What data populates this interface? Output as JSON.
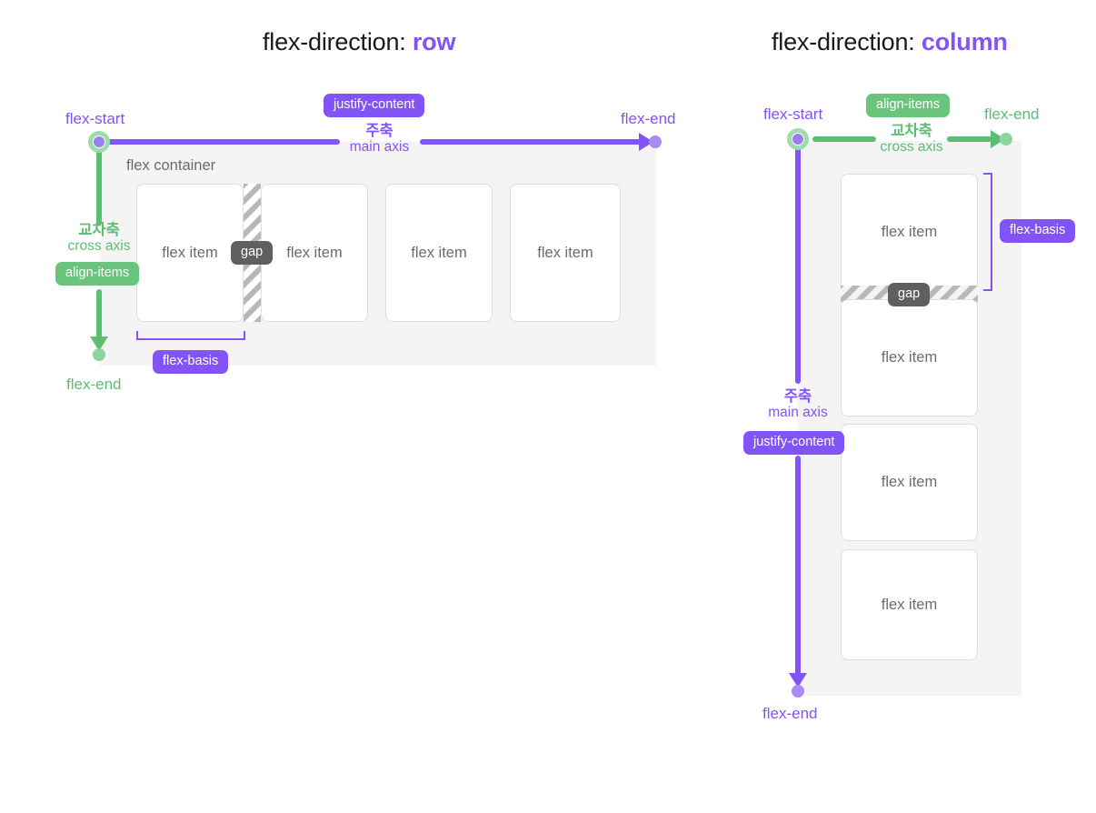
{
  "titles": {
    "row": {
      "prefix": "flex-direction: ",
      "value": "row"
    },
    "column": {
      "prefix": "flex-direction: ",
      "value": "column"
    }
  },
  "colors": {
    "purple": "#8254f8",
    "green": "#5cbd74",
    "gap_badge": "#5f5f5f",
    "container_bg": "#f4f4f4",
    "item_border": "#dedede",
    "text_gray": "#6b6b6b"
  },
  "row_diagram": {
    "container_label": "flex container",
    "items": [
      {
        "label": "flex item"
      },
      {
        "label": "flex item"
      },
      {
        "label": "flex item"
      },
      {
        "label": "flex item"
      }
    ],
    "gap_badge": "gap",
    "main_axis": {
      "ko": "주축",
      "en": "main axis",
      "badge": "justify-content"
    },
    "cross_axis": {
      "ko": "교차축",
      "en": "cross axis",
      "badge": "align-items"
    },
    "main_start": "flex-start",
    "main_end": "flex-end",
    "cross_end": "flex-end",
    "flex_basis": "flex-basis"
  },
  "column_diagram": {
    "items": [
      {
        "label": "flex item"
      },
      {
        "label": "flex item"
      },
      {
        "label": "flex item"
      },
      {
        "label": "flex item"
      }
    ],
    "gap_badge": "gap",
    "main_axis": {
      "ko": "주축",
      "en": "main axis",
      "badge": "justify-content"
    },
    "cross_axis": {
      "ko": "교차축",
      "en": "cross axis",
      "badge": "align-items"
    },
    "main_start": "flex-start",
    "main_end": "flex-end",
    "cross_end": "flex-end",
    "flex_basis": "flex-basis"
  }
}
